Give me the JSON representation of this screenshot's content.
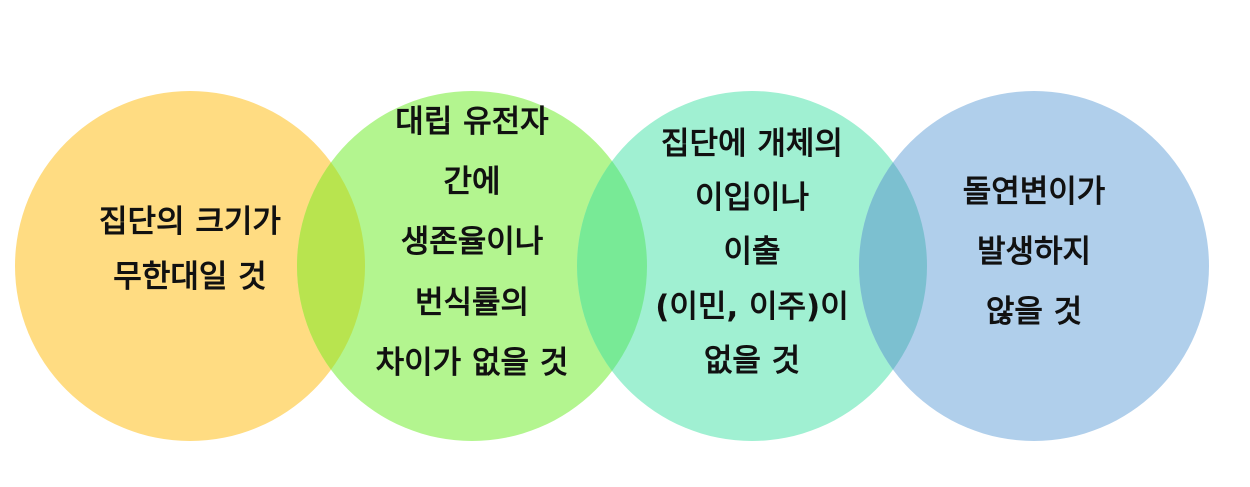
{
  "colors": {
    "circle_1": "#FFDC82",
    "circle_2": "#B3F58F",
    "circle_3": "#A0F0D2",
    "circle_4": "#B0CFEB",
    "overlap_1_2": "#B8E44F",
    "overlap_2_3": "#78EA96",
    "overlap_3_4": "#7CC0D0",
    "text": "#111111",
    "background": "#FFFFFF"
  },
  "circles": [
    {
      "lines": [
        "집단의 크기가",
        "무한대일 것"
      ]
    },
    {
      "lines": [
        "대립 유전자",
        "간에",
        "생존율이나",
        "번식률의",
        "차이가 없을 것"
      ]
    },
    {
      "lines": [
        "집단에 개체의",
        "이입이나",
        "이출",
        "(이민, 이주)이",
        "없을 것"
      ]
    },
    {
      "lines": [
        "돌연변이가",
        "발생하지",
        "않을 것"
      ]
    }
  ]
}
